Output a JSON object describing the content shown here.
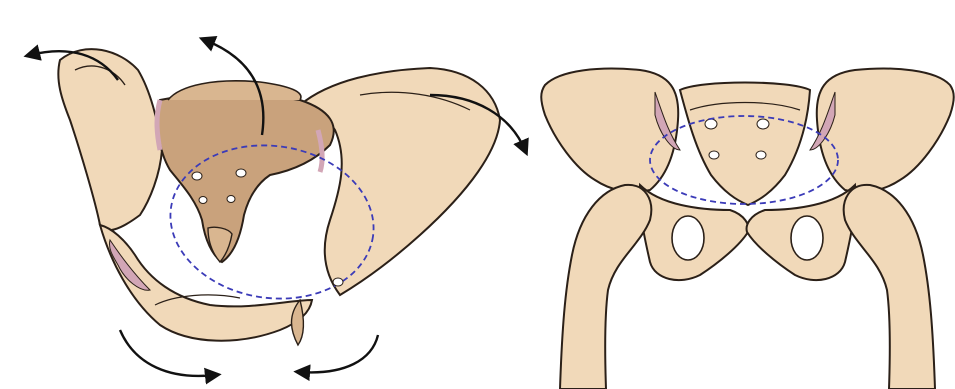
{
  "figure": {
    "panels": [
      {
        "view": "oblique-superior",
        "name": "left-pelvis-panel"
      },
      {
        "view": "anterior",
        "name": "right-pelvis-panel"
      }
    ],
    "colors": {
      "bone_fill": "#f1d9b9",
      "bone_shade": "#d9b690",
      "sacrum_fill": "#c9a27c",
      "cartilage": "#d2a6b6",
      "outline": "#2b2018",
      "inlet_dashed": "#3b3bb8",
      "arrow": "#111111"
    },
    "arrow_icons": [
      "curved-arrow-icon"
    ],
    "inlet_style": "dashed-ellipse"
  }
}
